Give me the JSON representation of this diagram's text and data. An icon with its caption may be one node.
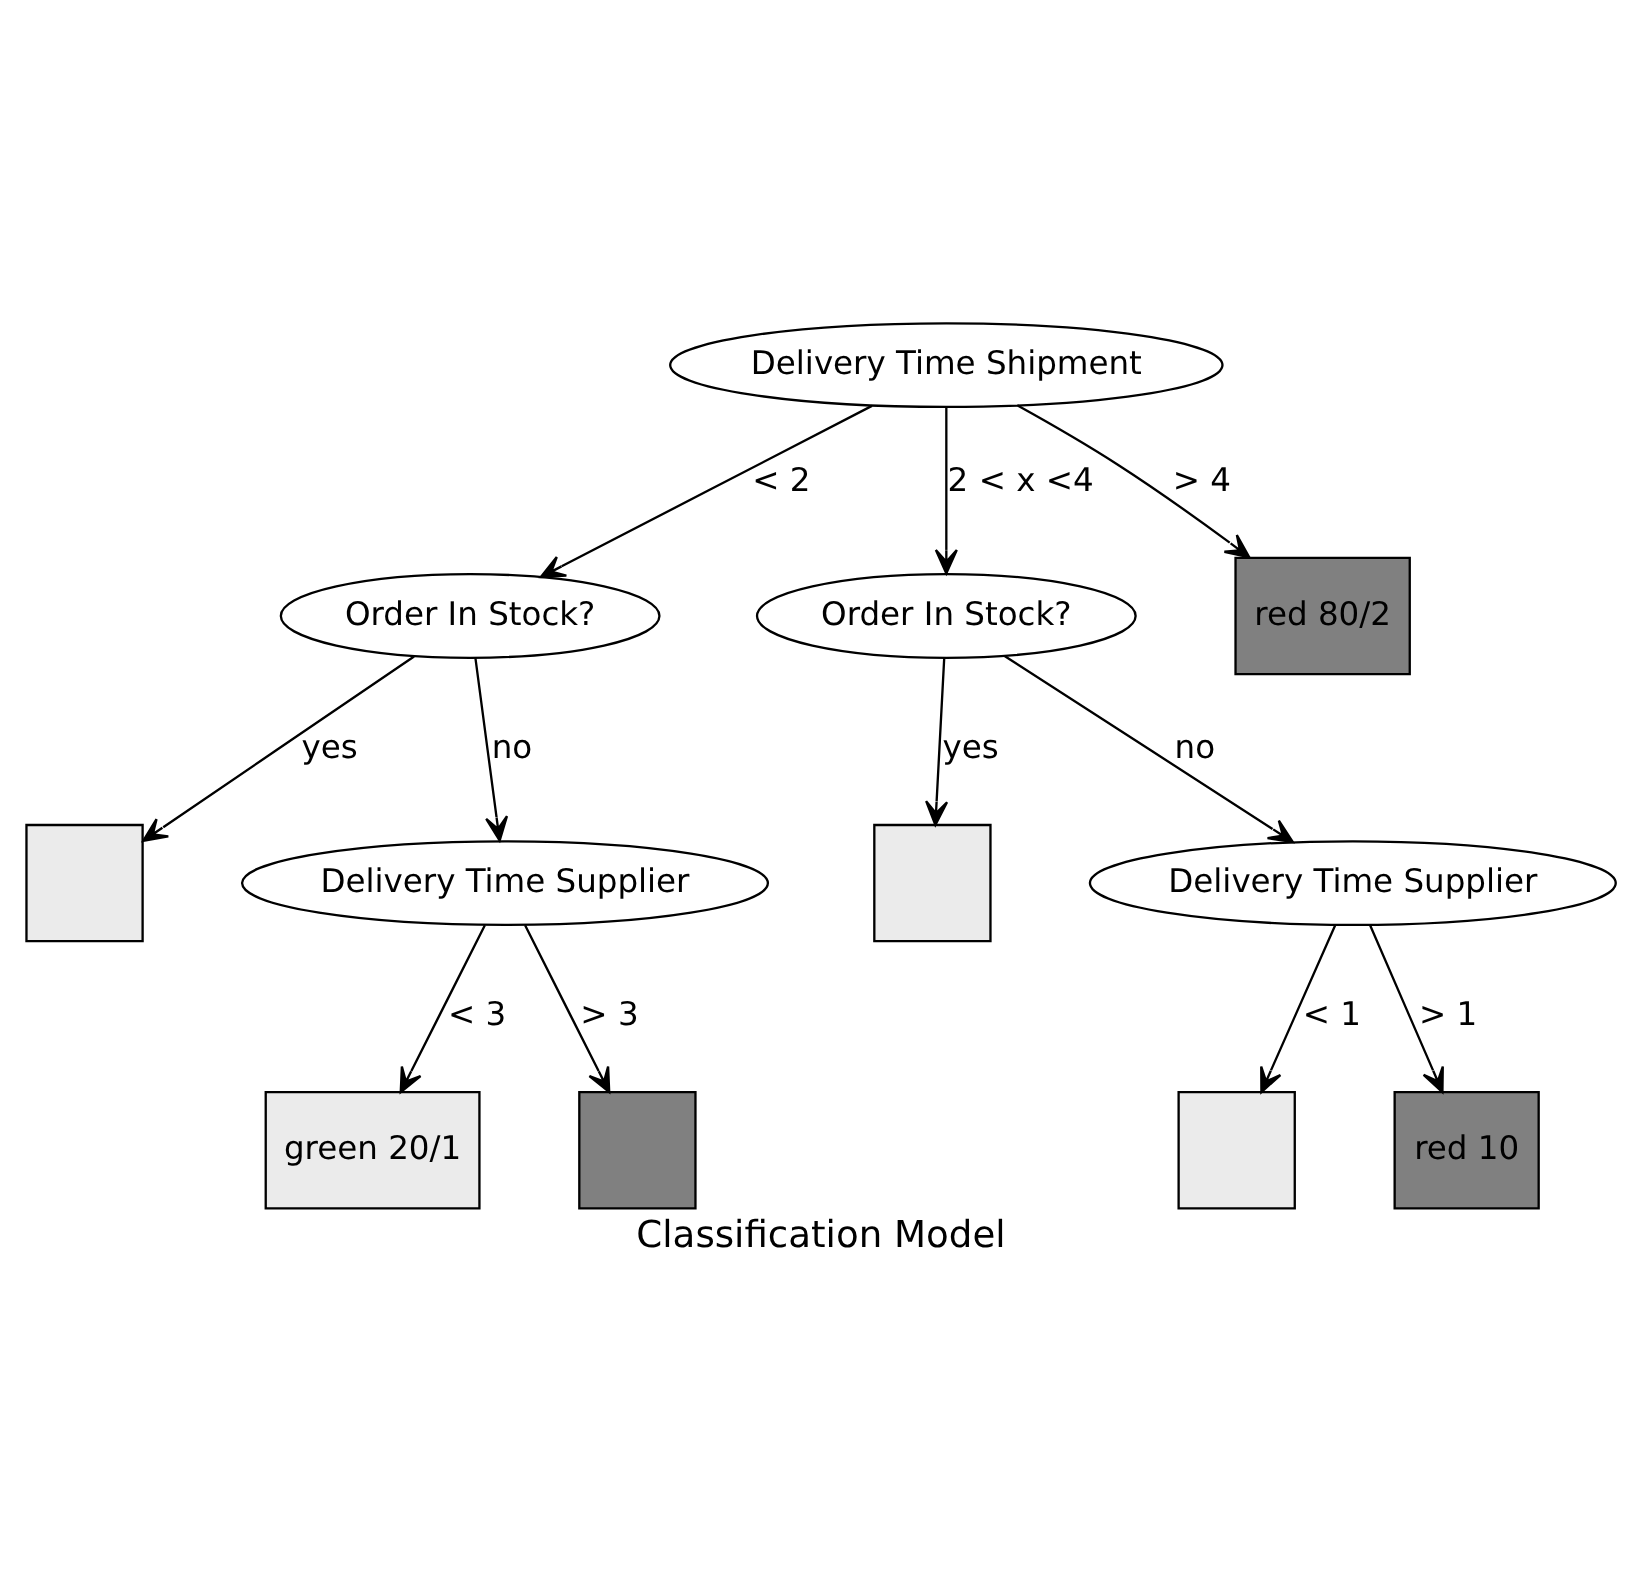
{
  "diagram": {
    "caption": "Classification Model",
    "nodes": [
      {
        "text": [
          "Delivery Time Shipment"
        ]
      },
      {
        "text": [
          "Order In Stock?"
        ]
      },
      {
        "text": [
          "Order In Stock?"
        ]
      },
      {
        "text": [
          "red 80/2"
        ]
      },
      {
        "text": [],
        "shape": "box"
      },
      {
        "text": [
          "Delivery Time Supplier"
        ]
      },
      {
        "text": [],
        "shape": "box"
      },
      {
        "text": [
          "Delivery Time Supplier"
        ]
      },
      {
        "text": [
          "green 20/1"
        ]
      },
      {
        "text": [],
        "shape": "box"
      },
      {
        "text": [],
        "shape": "box"
      },
      {
        "text": [
          "red 10"
        ]
      }
    ],
    "edges": [
      {
        "from": 0,
        "to": 1,
        "arrow": "to",
        "label": "< 2"
      },
      {
        "from": 0,
        "to": 2,
        "arrow": "to",
        "label": "2 < x <4"
      },
      {
        "from": 0,
        "to": 3,
        "arrow": "to",
        "label": "> 4"
      },
      {
        "from": 1,
        "to": 4,
        "arrow": "to",
        "label": "yes"
      },
      {
        "from": 1,
        "to": 5,
        "arrow": "to",
        "label": "no"
      },
      {
        "from": 2,
        "to": 6,
        "arrow": "to",
        "label": "yes"
      },
      {
        "from": 2,
        "to": 7,
        "arrow": "to",
        "label": "no"
      },
      {
        "from": 5,
        "to": 8,
        "arrow": "to",
        "label": "< 3"
      },
      {
        "from": 5,
        "to": 9,
        "arrow": "to",
        "label": "> 3"
      },
      {
        "from": 7,
        "to": 10,
        "arrow": "to",
        "label": "< 1"
      },
      {
        "from": 7,
        "to": 11,
        "arrow": "to",
        "label": "> 1"
      }
    ]
  }
}
